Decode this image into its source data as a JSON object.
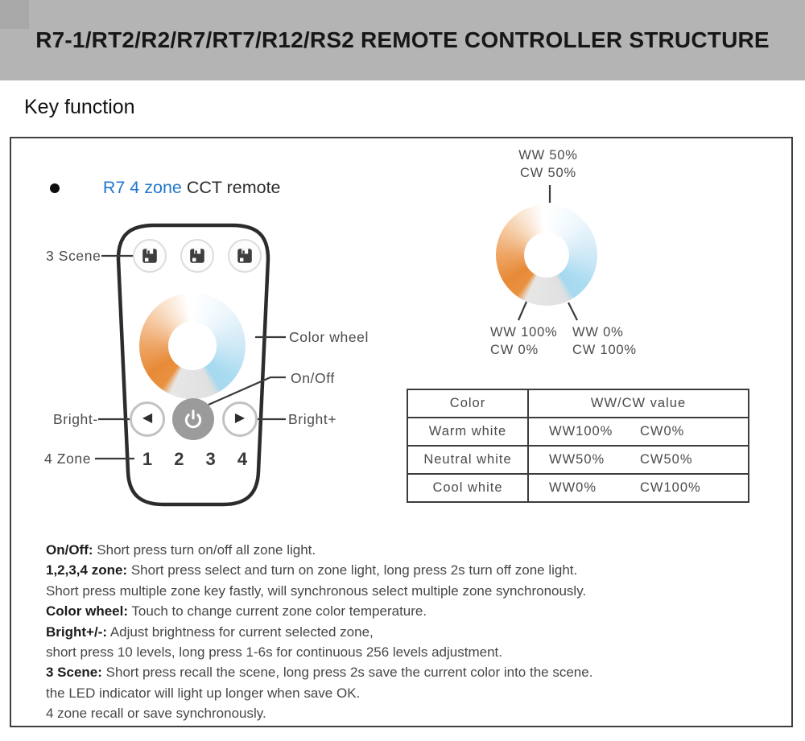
{
  "header": {
    "title": "R7-1/RT2/R2/R7/RT7/R12/RS2 REMOTE CONTROLLER STRUCTURE",
    "bg_color": "#b4b4b4"
  },
  "section_heading": "Key function",
  "panel": {
    "bullet_item": {
      "highlight": "R7 4 zone",
      "rest": " CCT remote"
    },
    "remote": {
      "labels": {
        "scene": "3 Scene",
        "color_wheel": "Color wheel",
        "on_off": "On/Off",
        "bright_minus": "Bright-",
        "bright_plus": "Bright+",
        "zone": "4 Zone"
      },
      "zone_keys": [
        "1",
        "2",
        "3",
        "4"
      ],
      "icons": {
        "scene_icon": "save-floppy-icon",
        "power_icon": "power-icon",
        "left_arrow_glyph": "◀",
        "right_arrow_glyph": "▶"
      }
    },
    "wheel_diagram": {
      "top": [
        "WW 50%",
        "CW 50%"
      ],
      "bottom_left": [
        "WW 100%",
        "CW 0%"
      ],
      "bottom_right": [
        "WW 0%",
        "CW 100%"
      ]
    },
    "table": {
      "col_headers": [
        "Color",
        "WW/CW value"
      ],
      "rows": [
        {
          "color": "Warm white",
          "ww": "WW100%",
          "cw": "CW0%"
        },
        {
          "color": "Neutral white",
          "ww": "WW50%",
          "cw": "CW50%"
        },
        {
          "color": "Cool white",
          "ww": "WW0%",
          "cw": "CW100%"
        }
      ]
    },
    "descriptions": [
      {
        "bold": "On/Off:",
        "text": " Short press turn on/off all zone light."
      },
      {
        "bold": "1,2,3,4 zone:",
        "text": " Short press select and turn on zone light, long press 2s turn off zone light."
      },
      {
        "bold": "",
        "text": "Short press multiple zone key fastly, will synchronous select multiple zone synchronously."
      },
      {
        "bold": "Color wheel:",
        "text": " Touch to change current zone color temperature."
      },
      {
        "bold": "Bright+/-:",
        "text": " Adjust brightness for current selected zone,"
      },
      {
        "bold": "",
        "text": "short press 10 levels, long press 1-6s for continuous 256 levels adjustment."
      },
      {
        "bold": "3 Scene:",
        "text": " Short press recall the scene, long press 2s save the current color into the scene."
      },
      {
        "bold": "",
        "text": "the LED indicator will light up longer when save OK."
      },
      {
        "bold": "",
        "text": "4 zone recall or save synchronously."
      }
    ],
    "colors": {
      "warm_white": "#e78a38",
      "cool_white": "#a5d9ef",
      "gap_gray": "#e6e6e6",
      "accent_blue": "#2277cc"
    }
  }
}
